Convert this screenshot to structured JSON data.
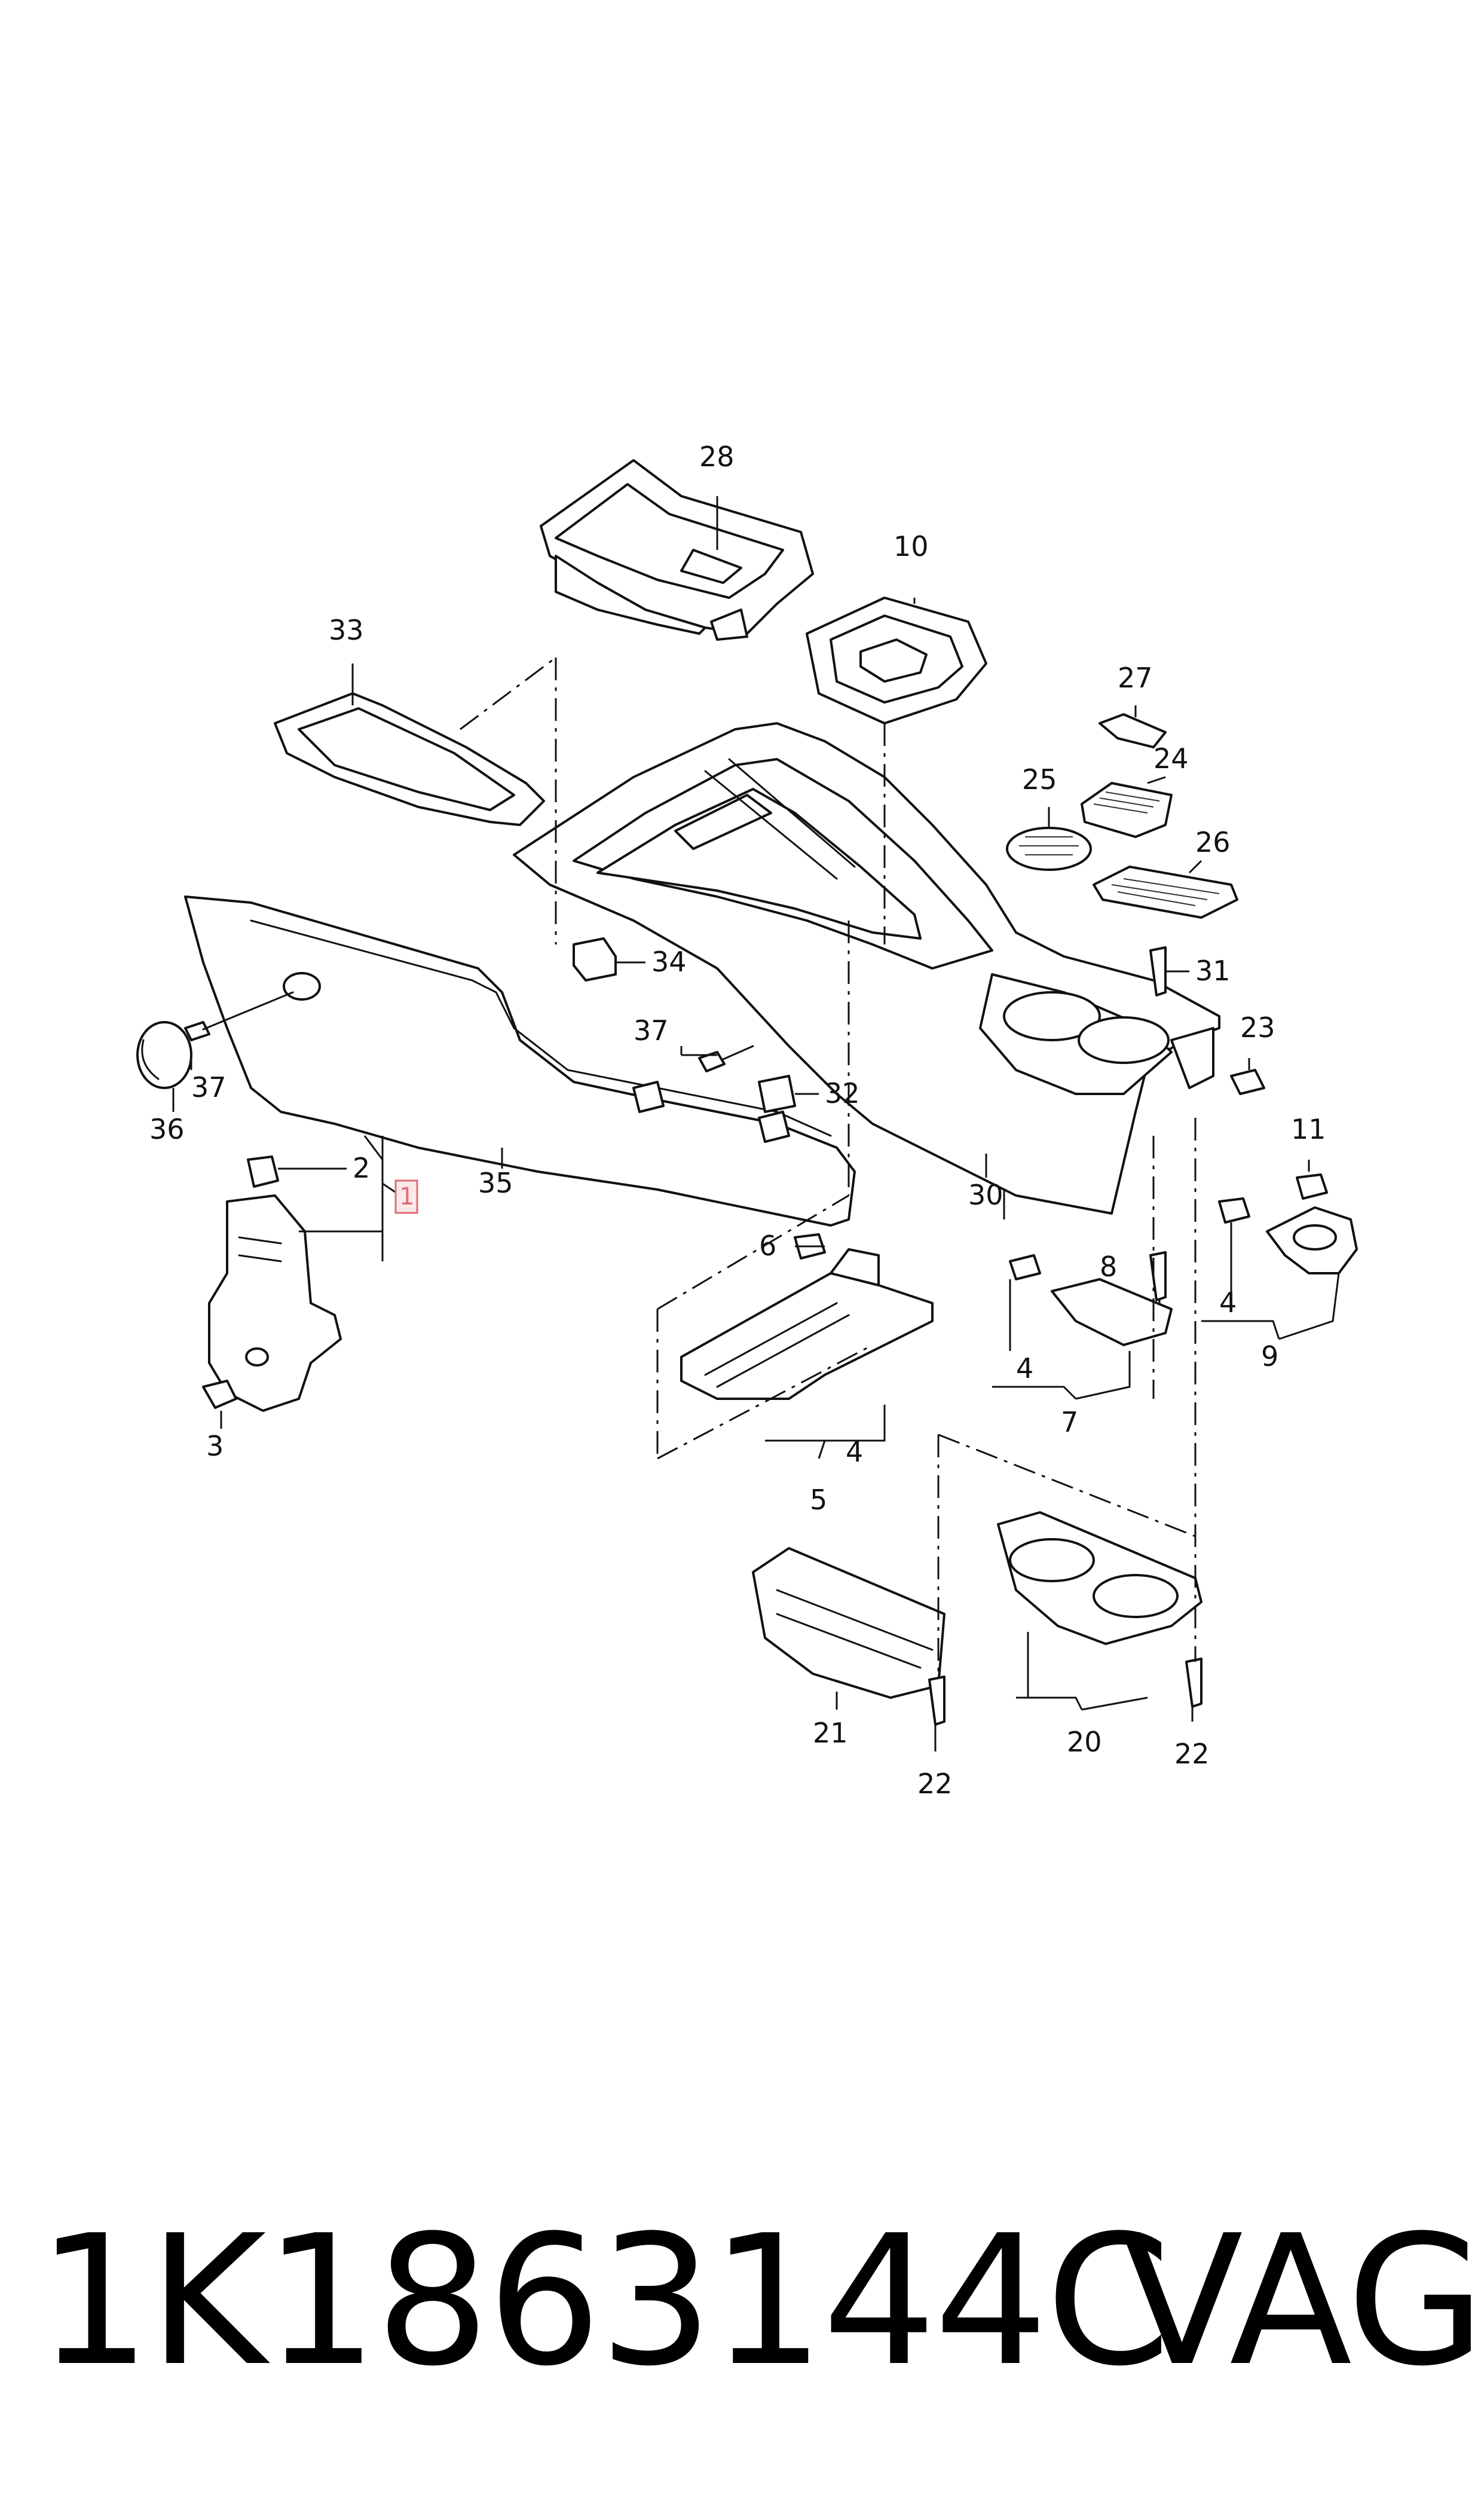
{
  "footer": {
    "part_number": "1K1863144C",
    "brand": "VAG"
  },
  "callouts": {
    "c1": "1",
    "c2": "2",
    "c3": "3",
    "c4a": "4",
    "c4b": "4",
    "c4c": "4",
    "c5": "5",
    "c6": "6",
    "c7": "7",
    "c8": "8",
    "c9": "9",
    "c10": "10",
    "c11": "11",
    "c20": "20",
    "c21": "21",
    "c22a": "22",
    "c22b": "22",
    "c23": "23",
    "c24": "24",
    "c25": "25",
    "c26": "26",
    "c27": "27",
    "c28": "28",
    "c30": "30",
    "c31": "31",
    "c32": "32",
    "c33": "33",
    "c34": "34",
    "c35": "35",
    "c36": "36",
    "c37a": "37",
    "c37b": "37"
  },
  "highlight": {
    "callout_key": "c1",
    "color": "#e06b78"
  }
}
